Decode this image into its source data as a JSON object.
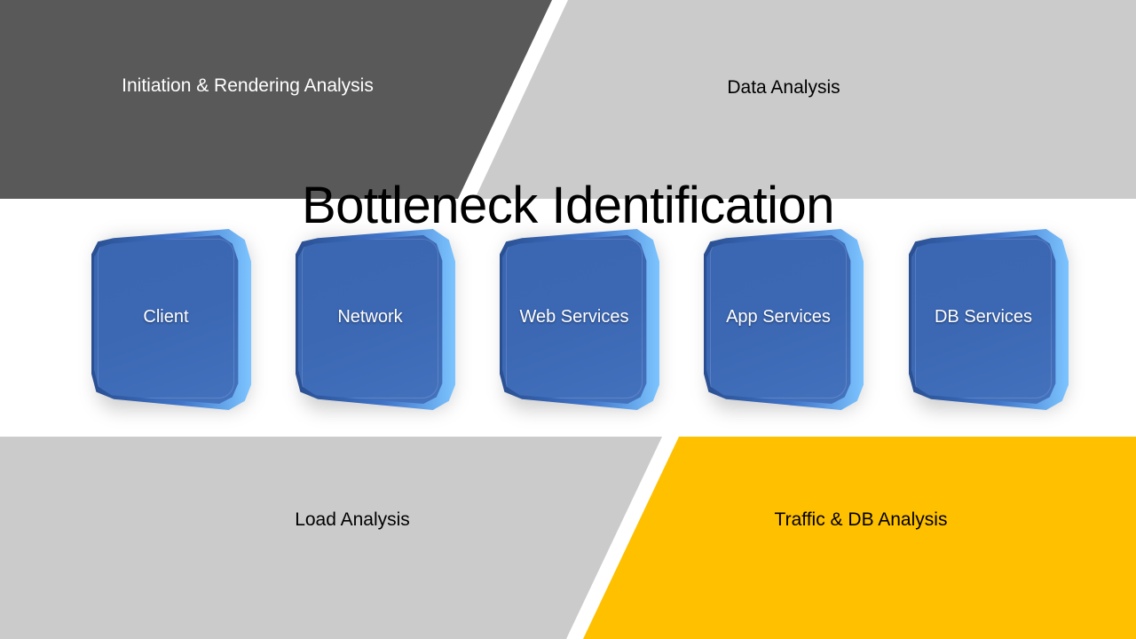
{
  "title": "Bottleneck Identification",
  "colors": {
    "dark_panel": "#595959",
    "light_panel": "#cbcbcb",
    "accent_panel": "#ffc000",
    "tier_blue": "#3b67b3"
  },
  "panels": {
    "top_left": "Initiation & Rendering Analysis",
    "top_right": "Data Analysis",
    "bottom_left": "Load Analysis",
    "bottom_right": "Traffic & DB Analysis"
  },
  "tiers": [
    {
      "label": "Client"
    },
    {
      "label": "Network"
    },
    {
      "label": "Web Services"
    },
    {
      "label": "App Services"
    },
    {
      "label": "DB Services"
    }
  ]
}
